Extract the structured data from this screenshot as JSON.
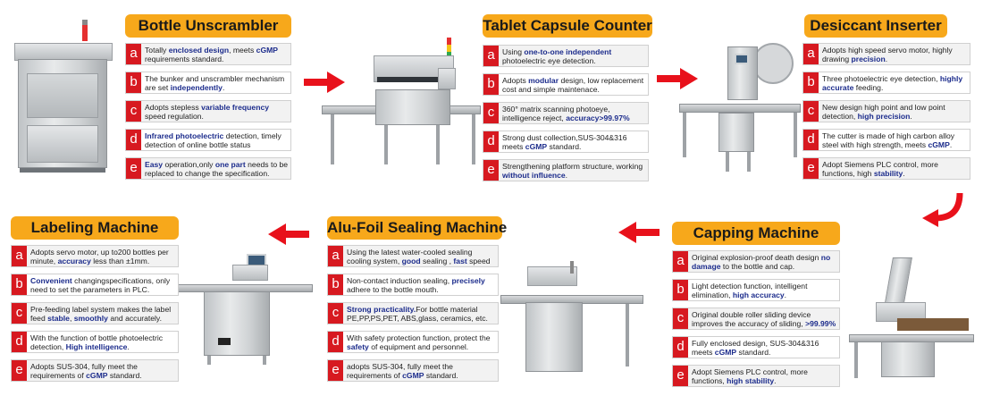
{
  "machines": [
    {
      "title": "Bottle Unscrambler",
      "features": [
        {
          "badge": "a",
          "pre": "Totally ",
          "b1": "enclosed design",
          "mid": ", meets ",
          "b2": "cGMP",
          "post": " requirements standard."
        },
        {
          "badge": "b",
          "pre": "The bunker and unscrambler mechanism are set ",
          "b1": "independently",
          "mid": ".",
          "b2": "",
          "post": ""
        },
        {
          "badge": "c",
          "pre": "Adopts stepless ",
          "b1": "variable frequency",
          "mid": " speed regulation.",
          "b2": "",
          "post": ""
        },
        {
          "badge": "d",
          "pre": "",
          "b1": "Infrared photoelectric",
          "mid": " detection, timely detection of online bottle status",
          "b2": "",
          "post": ""
        },
        {
          "badge": "e",
          "pre": "",
          "b1": "Easy",
          "mid": " operation,only ",
          "b2": "one part",
          "post": " needs to be replaced to change the specification."
        }
      ]
    },
    {
      "title": "Tablet Capsule Counter",
      "features": [
        {
          "badge": "a",
          "pre": "Using ",
          "b1": "one-to-one independent",
          "mid": " photoelectric eye detection.",
          "b2": "",
          "post": ""
        },
        {
          "badge": "b",
          "pre": "Adopts ",
          "b1": "modular",
          "mid": " design, low replacement cost and simple maintenace.",
          "b2": "",
          "post": ""
        },
        {
          "badge": "c",
          "pre": "360° matrix scanning photoeye, intelligence reject, ",
          "b1": "accuracy>99.97%",
          "mid": "",
          "b2": "",
          "post": ""
        },
        {
          "badge": "d",
          "pre": "Strong dust collection,SUS-304&316 meets ",
          "b1": "cGMP",
          "mid": " standard.",
          "b2": "",
          "post": ""
        },
        {
          "badge": "e",
          "pre": "Strengthening platform structure, working ",
          "b1": "without influence",
          "mid": ".",
          "b2": "",
          "post": ""
        }
      ]
    },
    {
      "title": "Desiccant Inserter",
      "features": [
        {
          "badge": "a",
          "pre": "Adopts high speed servo motor, highly drawing ",
          "b1": "precision",
          "mid": ".",
          "b2": "",
          "post": ""
        },
        {
          "badge": "b",
          "pre": "Three photoelectric eye detection, ",
          "b1": "highly accurate",
          "mid": " feeding.",
          "b2": "",
          "post": ""
        },
        {
          "badge": "c",
          "pre": "New design high point and low point detection, ",
          "b1": "high precision",
          "mid": ".",
          "b2": "",
          "post": ""
        },
        {
          "badge": "d",
          "pre": "The cutter is made of high carbon alloy steel with high strength, meets ",
          "b1": "cGMP",
          "mid": ".",
          "b2": "",
          "post": ""
        },
        {
          "badge": "e",
          "pre": "Adopt Siemens PLC control, more functions, high ",
          "b1": "stability",
          "mid": ".",
          "b2": "",
          "post": ""
        }
      ]
    },
    {
      "title": "Labeling Machine",
      "features": [
        {
          "badge": "a",
          "pre": "Adopts servo motor, up to200 bottles per minute, ",
          "b1": "accuracy",
          "mid": " less than ±1mm.",
          "b2": "",
          "post": ""
        },
        {
          "badge": "b",
          "pre": "",
          "b1": "Convenient",
          "mid": " changingspecifications, only need to set the parameters in PLC.",
          "b2": "",
          "post": ""
        },
        {
          "badge": "c",
          "pre": "Pre-feeding label system makes the label feed ",
          "b1": "stable",
          "mid": ", ",
          "b2": "smoothly",
          "post": " and accurately."
        },
        {
          "badge": "d",
          "pre": "With the function of bottle photoelectric detection, ",
          "b1": "High intelligence",
          "mid": ".",
          "b2": "",
          "post": ""
        },
        {
          "badge": "e",
          "pre": "Adopts SUS-304, fully meet the requirements of ",
          "b1": "cGMP",
          "mid": " standard.",
          "b2": "",
          "post": ""
        }
      ]
    },
    {
      "title": "Alu-Foil Sealing Machine",
      "features": [
        {
          "badge": "a",
          "pre": "Using the latest water-cooled sealing cooling system, ",
          "b1": "good",
          "mid": " sealing , ",
          "b2": "fast",
          "post": " speed"
        },
        {
          "badge": "b",
          "pre": "Non-contact induction sealing, ",
          "b1": "precisely",
          "mid": " adhere to the bottle mouth.",
          "b2": "",
          "post": ""
        },
        {
          "badge": "c",
          "pre": "",
          "b1": "Strong practicality.",
          "mid": "For bottle material PE,PP,PS,PET, ABS,glass, ceramics, etc.",
          "b2": "",
          "post": ""
        },
        {
          "badge": "d",
          "pre": "With safety protection function, protect the ",
          "b1": "safety",
          "mid": " of equipment and personnel.",
          "b2": "",
          "post": ""
        },
        {
          "badge": "e",
          "pre": "adopts SUS-304, fully meet the requirements of ",
          "b1": "cGMP",
          "mid": " standard.",
          "b2": "",
          "post": ""
        }
      ]
    },
    {
      "title": "Capping Machine",
      "features": [
        {
          "badge": "a",
          "pre": "Original explosion-proof death design ",
          "b1": "no damage",
          "mid": " to the bottle and cap.",
          "b2": "",
          "post": ""
        },
        {
          "badge": "b",
          "pre": "Light detection function, intelligent elimination, ",
          "b1": "high accuracy",
          "mid": ".",
          "b2": "",
          "post": ""
        },
        {
          "badge": "c",
          "pre": "Original double roller sliding device improves the accuracy of sliding, ",
          "b1": ">99.99%",
          "mid": "",
          "b2": "",
          "post": ""
        },
        {
          "badge": "d",
          "pre": "Fully enclosed design, SUS-304&316 meets ",
          "b1": "cGMP",
          "mid": " standard.",
          "b2": "",
          "post": ""
        },
        {
          "badge": "e",
          "pre": "Adopt Siemens PLC control, more functions, ",
          "b1": "high stability",
          "mid": ".",
          "b2": "",
          "post": ""
        }
      ]
    }
  ],
  "colors": {
    "title_bg": "#f7a81b",
    "badge": "#d71920",
    "highlight": "#1c2c8c",
    "arrow": "#e8111b"
  }
}
